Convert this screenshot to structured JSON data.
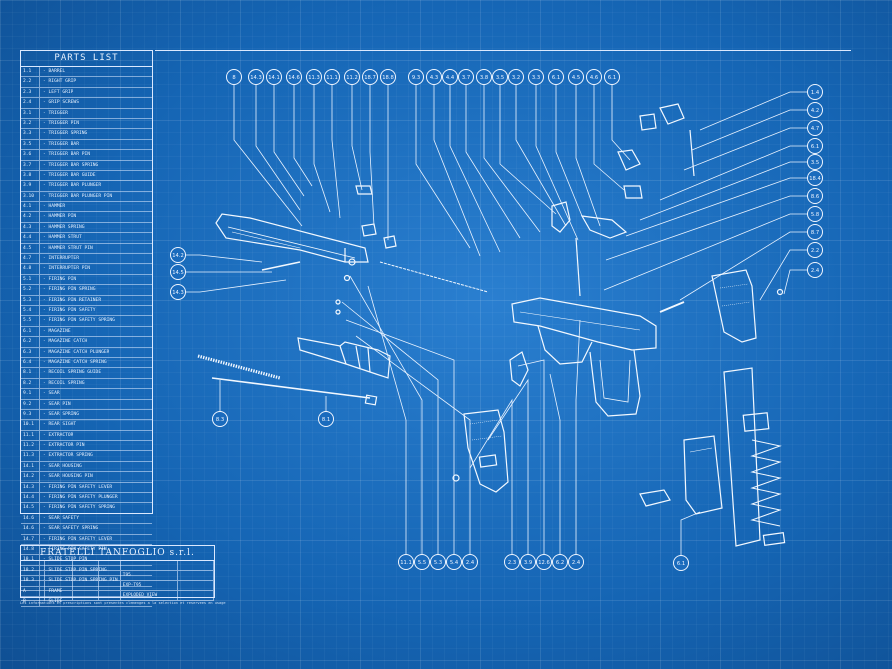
{
  "parts_list": {
    "title": "PARTS LIST",
    "items": [
      {
        "num": "1.1",
        "name": "BARREL"
      },
      {
        "num": "2.2",
        "name": "RIGHT GRIP"
      },
      {
        "num": "2.3",
        "name": "LEFT GRIP"
      },
      {
        "num": "2.4",
        "name": "GRIP SCREWS"
      },
      {
        "num": "3.1",
        "name": "TRIGGER"
      },
      {
        "num": "3.2",
        "name": "TRIGGER PIN"
      },
      {
        "num": "3.3",
        "name": "TRIGGER SPRING"
      },
      {
        "num": "3.5",
        "name": "TRIGGER BAR"
      },
      {
        "num": "3.6",
        "name": "TRIGGER BAR PIN"
      },
      {
        "num": "3.7",
        "name": "TRIGGER BAR SPRING"
      },
      {
        "num": "3.8",
        "name": "TRIGGER BAR GUIDE"
      },
      {
        "num": "3.9",
        "name": "TRIGGER BAR PLUNGER"
      },
      {
        "num": "3.10",
        "name": "TRIGGER BAR PLUNGER PIN"
      },
      {
        "num": "4.1",
        "name": "HAMMER"
      },
      {
        "num": "4.2",
        "name": "HAMMER PIN"
      },
      {
        "num": "4.3",
        "name": "HAMMER SPRING"
      },
      {
        "num": "4.4",
        "name": "HAMMER STRUT"
      },
      {
        "num": "4.5",
        "name": "HAMMER STRUT PIN"
      },
      {
        "num": "4.7",
        "name": "INTERRUPTER"
      },
      {
        "num": "4.8",
        "name": "INTERRUPTER PIN"
      },
      {
        "num": "5.1",
        "name": "FIRING PIN"
      },
      {
        "num": "5.2",
        "name": "FIRING PIN SPRING"
      },
      {
        "num": "5.3",
        "name": "FIRING PIN RETAINER"
      },
      {
        "num": "5.4",
        "name": "FIRING PIN SAFETY"
      },
      {
        "num": "5.5",
        "name": "FIRING PIN SAFETY SPRING"
      },
      {
        "num": "6.1",
        "name": "MAGAZINE"
      },
      {
        "num": "6.2",
        "name": "MAGAZINE CATCH"
      },
      {
        "num": "6.3",
        "name": "MAGAZINE CATCH PLUNGER"
      },
      {
        "num": "6.4",
        "name": "MAGAZINE CATCH SPRING"
      },
      {
        "num": "8.1",
        "name": "RECOIL SPRING GUIDE"
      },
      {
        "num": "8.2",
        "name": "RECOIL SPRING"
      },
      {
        "num": "9.1",
        "name": "SEAR"
      },
      {
        "num": "9.2",
        "name": "SEAR PIN"
      },
      {
        "num": "9.3",
        "name": "SEAR SPRING"
      },
      {
        "num": "10.1",
        "name": "REAR SIGHT"
      },
      {
        "num": "11.1",
        "name": "EXTRACTOR"
      },
      {
        "num": "11.2",
        "name": "EXTRACTOR PIN"
      },
      {
        "num": "11.3",
        "name": "EXTRACTOR SPRING"
      },
      {
        "num": "14.1",
        "name": "SEAR HOUSING"
      },
      {
        "num": "14.2",
        "name": "SEAR HOUSING PIN"
      },
      {
        "num": "14.3",
        "name": "FIRING PIN SAFETY LEVER"
      },
      {
        "num": "14.4",
        "name": "FIRING PIN SAFETY PLUNGER"
      },
      {
        "num": "14.5",
        "name": "FIRING PIN SAFETY SPRING"
      },
      {
        "num": "14.6",
        "name": "SEAR SAFETY"
      },
      {
        "num": "14.6",
        "name": "SEAR SAFETY SPRING"
      },
      {
        "num": "14.7",
        "name": "FIRING PIN SAFETY LEVER"
      },
      {
        "num": "14.8",
        "name": "FIRING PIN SAFETY PIN"
      },
      {
        "num": "18.1",
        "name": "SLIDE STOP PIN"
      },
      {
        "num": "18.2",
        "name": "SLIDE STOP PIN SPRING"
      },
      {
        "num": "18.3",
        "name": "SLIDE STOP PIN SPRING PIN"
      },
      {
        "num": "A",
        "name": "FRAME"
      },
      {
        "num": "B",
        "name": "SLIDE"
      }
    ]
  },
  "title_block": {
    "company": "FRATELLI TANFOGLIO s.r.l.",
    "rows": [
      [
        "",
        "",
        "",
        "",
        "",
        ""
      ],
      [
        "",
        "",
        "",
        "",
        "T95",
        ""
      ],
      [
        "",
        "",
        "",
        "",
        "EXP-T95",
        ""
      ],
      [
        "",
        "",
        "",
        "",
        "EXPLODED VIEW",
        ""
      ]
    ],
    "footer": "Les informations et prescriptions sont presentes clemenges a la selection et reservees en usage"
  },
  "callouts_top": [
    "8",
    "14.3",
    "14.1",
    "14.6",
    "11.3",
    "11.1",
    "11.2",
    "18.7",
    "18.8",
    "9.3",
    "4.3",
    "4.4",
    "3.7",
    "3.8",
    "3.5",
    "3.2",
    "3.3",
    "6.1",
    "4.5",
    "4.6",
    "6.1"
  ],
  "callouts_right": [
    "1.4",
    "4.2",
    "4.7",
    "6.1",
    "3.5",
    "18.4",
    "8.6",
    "5.8",
    "8.7",
    "2.2",
    "2.4"
  ],
  "callouts_left": [
    "14.2",
    "14.5",
    "14.3"
  ],
  "callouts_bottom": [
    "11.1",
    "5.5",
    "5.3",
    "5.4",
    "2.4",
    "2.3",
    "3.9",
    "12.6",
    "6.2",
    "2.4"
  ],
  "callouts_misc": {
    "recoil_guide": "8.3",
    "recoil_spring": "8.1",
    "magazine": "6.1"
  }
}
